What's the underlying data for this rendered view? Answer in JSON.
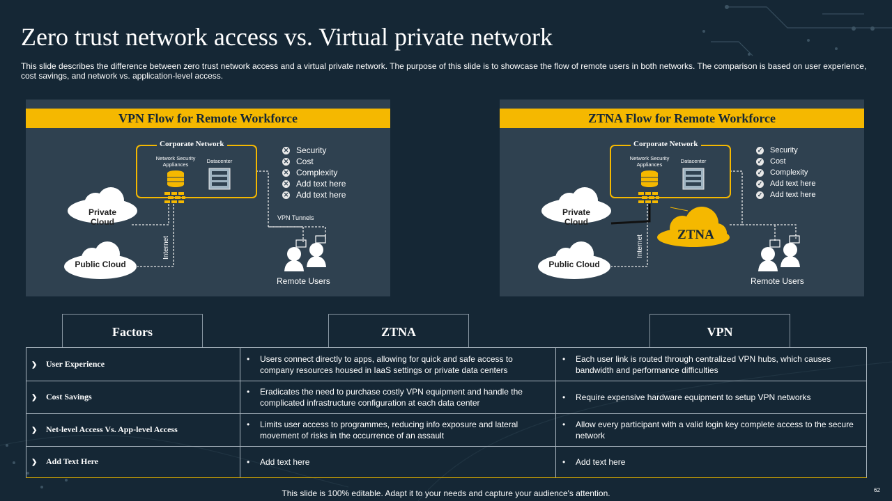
{
  "slide": {
    "title": "Zero trust network access vs. Virtual private network",
    "description": "This slide describes the difference between zero trust network access and a virtual private network. The purpose of this slide is to showcase the flow of remote users in both networks. The comparison is based on user experience, cost savings, and network vs.  application-level access.",
    "footer": "This slide is 100% editable. Adapt it to your needs and capture your audience's attention.",
    "page_number": "62"
  },
  "colors": {
    "background": "#152735",
    "panel": "#2f4150",
    "accent": "#f5b800",
    "text": "#ffffff"
  },
  "vpn_panel": {
    "header": "VPN Flow for Remote Workforce",
    "corporate_network": "Corporate Network",
    "network_security_appliances": "Network Security Appliances",
    "datacenter": "Datacenter",
    "checklist": [
      "Security",
      "Cost",
      "Complexity",
      "Add text here",
      "Add text here"
    ],
    "check_icon": "x-circle-icon",
    "private_cloud": "Private Cloud",
    "public_cloud": "Public Cloud",
    "internet": "Internet",
    "vpn_tunnels": "VPN Tunnels",
    "remote_users": "Remote Users"
  },
  "ztna_panel": {
    "header": "ZTNA Flow for Remote Workforce",
    "corporate_network": "Corporate Network",
    "network_security_appliances": "Network Security Appliances",
    "datacenter": "Datacenter",
    "checklist": [
      "Security",
      "Cost",
      "Complexity",
      "Add text here",
      "Add text here"
    ],
    "check_icon": "check-circle-icon",
    "private_cloud": "Private Cloud",
    "public_cloud": "Public Cloud",
    "internet": "Internet",
    "ztna": "ZTNA",
    "remote_users": "Remote Users"
  },
  "table": {
    "headers": {
      "factors": "Factors",
      "ztna": "ZTNA",
      "vpn": "VPN"
    },
    "rows": [
      {
        "factor": "User Experience",
        "ztna": "Users connect directly to apps, allowing for quick and safe access to company resources housed in IaaS settings or private  data centers",
        "vpn": "Each user link is routed through centralized VPN hubs, which causes bandwidth and performance  difficulties"
      },
      {
        "factor": "Cost Savings",
        "ztna": "Eradicates the need to purchase costly VPN equipment and handle the complicated infrastructure  configuration at each data center",
        "vpn": "Require  expensive  hardware  equipment  to setup VPN networks"
      },
      {
        "factor": "Net-level Access Vs. App-level Access",
        "ztna": "Limits user access to programmes, reducing info exposure and lateral movement  of  risks in the occurrence of an assault",
        "vpn": "Allow every  participant with a valid login key complete access to the secure network"
      },
      {
        "factor": "Add Text Here",
        "ztna": "Add text here",
        "vpn": "Add text here"
      }
    ]
  }
}
